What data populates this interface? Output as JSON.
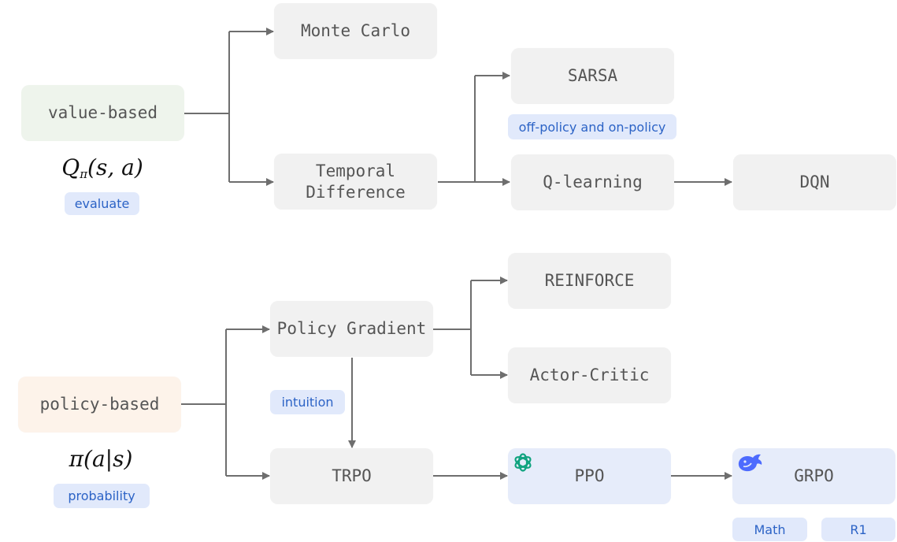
{
  "nodes": {
    "value_based": "value-based",
    "policy_based": "policy-based",
    "monte_carlo": "Monte Carlo",
    "temporal_difference": "Temporal\nDifference",
    "sarsa": "SARSA",
    "q_learning": "Q-learning",
    "dqn": "DQN",
    "policy_gradient": "Policy Gradient",
    "reinforce": "REINFORCE",
    "actor_critic": "Actor-Critic",
    "trpo": "TRPO",
    "ppo": "PPO",
    "grpo": "GRPO"
  },
  "formulas": {
    "q_main": "Q",
    "q_sub": "π",
    "q_args": "(s, a)",
    "pi": "π(a|s)"
  },
  "tags": {
    "evaluate": "evaluate",
    "off_on_policy": "off-policy and on-policy",
    "intuition": "intuition",
    "probability": "probability",
    "math": "Math",
    "r1": "R1"
  },
  "icons": {
    "ppo_icon": "openai-logo-icon",
    "grpo_icon": "deepseek-whale-icon"
  },
  "colors": {
    "box_gray": "#f1f1f1",
    "value_green": "#eef4ec",
    "policy_peach": "#fdf3ea",
    "highlight_blue": "#e6ecfa",
    "tag_blue_bg": "#e1e9fb",
    "tag_blue_text": "#2c63c6",
    "openai_teal": "#10a37f",
    "deepseek_blue": "#4d6bfe",
    "arrow": "#6e6e6e"
  }
}
